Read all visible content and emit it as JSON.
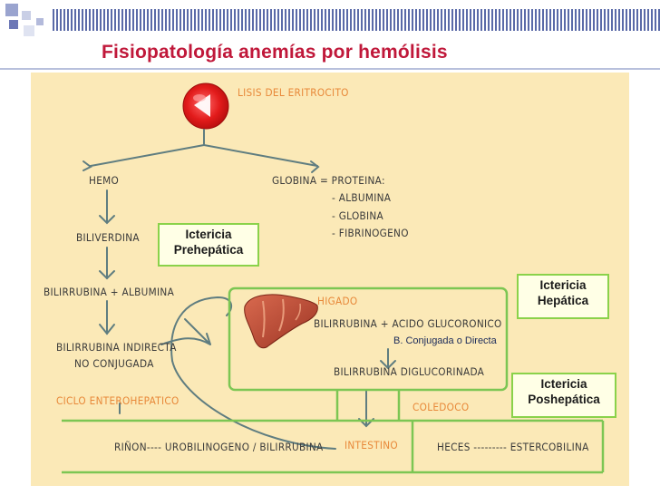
{
  "title": "Fisiopatología anemías por hemólisis",
  "colors": {
    "title": "#c0183a",
    "panel": "#fbe9b7",
    "green_line": "#7cc653",
    "arrows": "#5f7d80",
    "box_fill": "#ffffe6"
  },
  "diagram": {
    "lisis": "LISIS DEL ERITROCITO",
    "hemo": "HEMO",
    "globina": "GLOBINA = PROTEINA:",
    "globina_items": [
      "-  ALBUMINA",
      "-  GLOBINA",
      "-  FIBRINOGENO"
    ],
    "biliverdina": "BILIVERDINA",
    "bili_albumina": "BILIRRUBINA + ALBUMINA",
    "bili_indirecta_1": "BILIRRUBINA INDIRECTA",
    "bili_indirecta_2": "NO CONJUGADA",
    "ciclo": "CICLO ENTEROHEPATICO",
    "higado": "HIGADO",
    "bili_acido": "BILIRRUBINA    + ACIDO GLUCORONICO",
    "conjugada_note": "B. Conjugada o Directa",
    "diglucorinada": "BILIRRUBINA DIGLUCORINADA",
    "coledoco": "COLEDOCO",
    "rinon_line": "RIÑON---- UROBILINOGENO / BILIRRUBINA",
    "intestino": "INTESTINO",
    "heces": "HECES --------- ESTERCOBILINA"
  },
  "boxes": {
    "prehepatica": [
      "Ictericia",
      "Prehepática"
    ],
    "hepatica": [
      "Ictericia",
      "Hepática"
    ],
    "poshepatica": [
      "Ictericia",
      "Poshepática"
    ]
  }
}
